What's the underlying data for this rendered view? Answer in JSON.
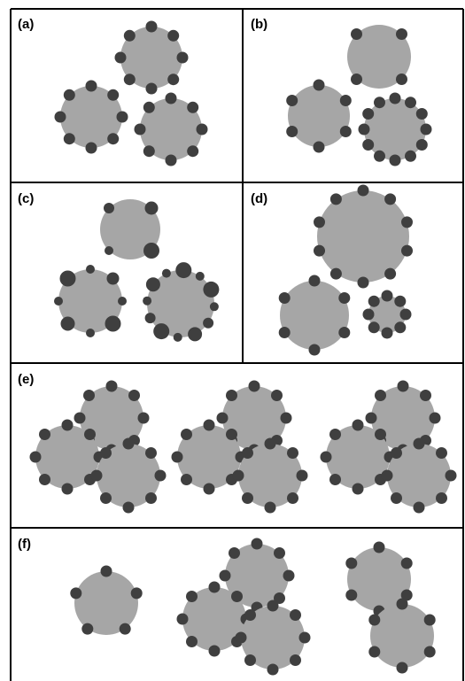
{
  "panels": [
    {
      "id": "a",
      "label": "(a)"
    },
    {
      "id": "b",
      "label": "(b)"
    },
    {
      "id": "c",
      "label": "(c)"
    },
    {
      "id": "d",
      "label": "(d)"
    },
    {
      "id": "e",
      "label": "(e)"
    },
    {
      "id": "f",
      "label": "(f)"
    }
  ],
  "colors": {
    "particle": "#a6a6a6",
    "bead": "#3f3f3f",
    "border": "#000000"
  }
}
